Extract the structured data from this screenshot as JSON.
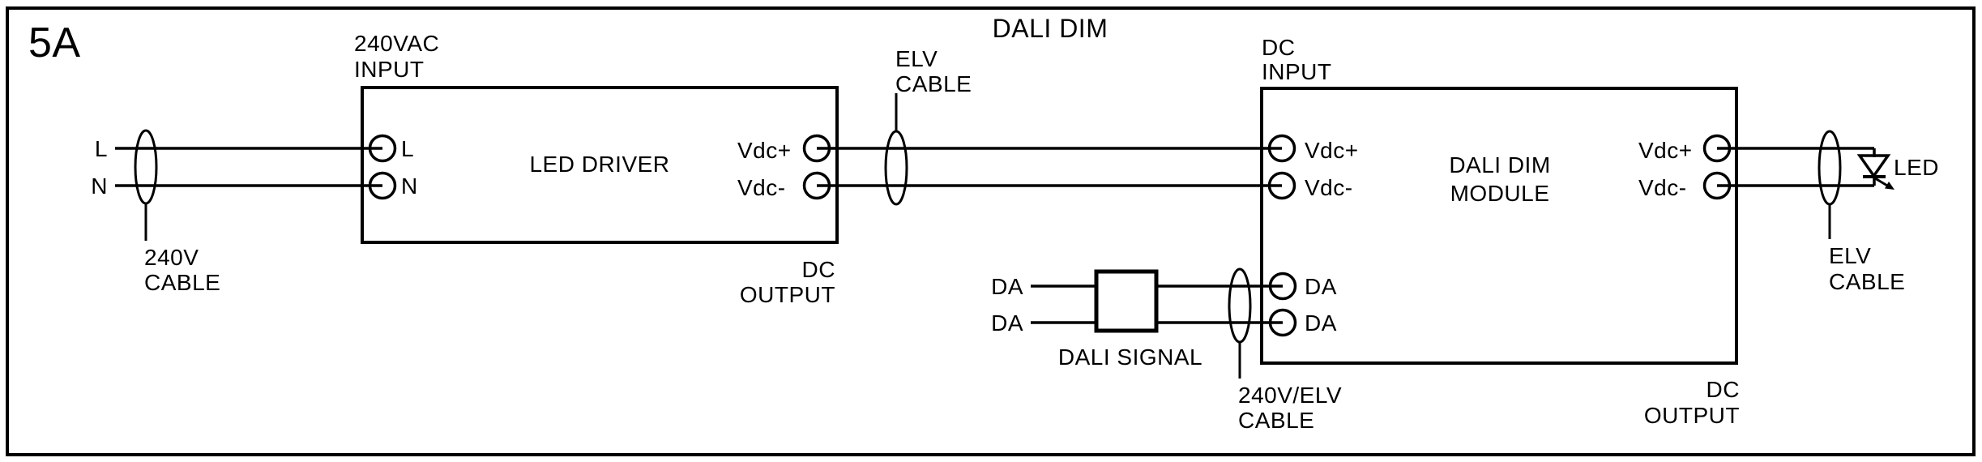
{
  "colors": {
    "line": "#000000",
    "background": "#ffffff",
    "text": "#000000"
  },
  "sheet": {
    "label": "5A",
    "title": "DALI DIM"
  },
  "mains": {
    "l": "L",
    "n": "N",
    "cable_line1": "240V",
    "cable_line2": "CABLE"
  },
  "driver": {
    "input_line1": "240VAC",
    "input_line2": "INPUT",
    "name": "LED DRIVER",
    "terminal_l": "L",
    "terminal_n": "N",
    "vdc_plus": "Vdc+",
    "vdc_minus": "Vdc-",
    "output_line1": "DC",
    "output_line2": "OUTPUT"
  },
  "elv_cable_mid": {
    "line1": "ELV",
    "line2": "CABLE"
  },
  "module": {
    "input_line1": "DC",
    "input_line2": "INPUT",
    "name_line1": "DALI DIM",
    "name_line2": "MODULE",
    "vdc_plus_in": "Vdc+",
    "vdc_minus_in": "Vdc-",
    "da_in_top": "DA",
    "da_in_bottom": "DA",
    "vdc_plus_out": "Vdc+",
    "vdc_minus_out": "Vdc-",
    "output_line1": "DC",
    "output_line2": "OUTPUT"
  },
  "dali": {
    "da_top": "DA",
    "da_bottom": "DA",
    "signal_label": "DALI SIGNAL"
  },
  "combo_cable": {
    "line1": "240V/ELV",
    "line2": "CABLE"
  },
  "elv_cable_right": {
    "line1": "ELV",
    "line2": "CABLE"
  },
  "led": {
    "label": "LED"
  }
}
